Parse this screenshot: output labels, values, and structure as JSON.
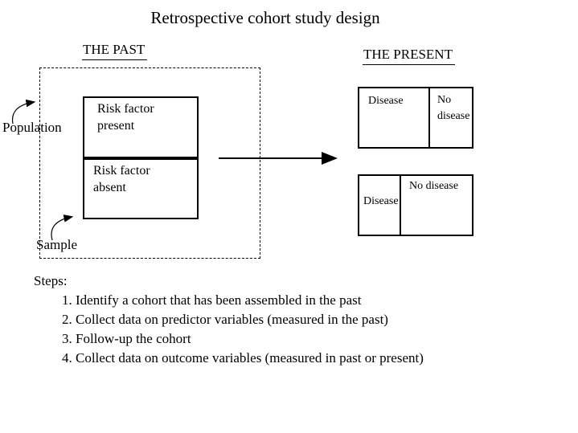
{
  "title": "Retrospective cohort study design",
  "timeline": {
    "past_label": "THE PAST",
    "present_label": "THE PRESENT"
  },
  "past_panel": {
    "population_label": "Population",
    "sample_label": "Sample",
    "boxes": {
      "risk_present": "Risk factor present",
      "risk_absent": "Risk factor absent"
    }
  },
  "present_panel": {
    "exposed_outcomes": {
      "disease": "Disease",
      "no_disease": "No disease"
    },
    "unexposed_outcomes": {
      "disease": "Disease",
      "no_disease": "No disease"
    }
  },
  "steps": {
    "heading": "Steps:",
    "items": [
      "1. Identify a cohort that has been assembled in the past",
      "2. Collect data on predictor variables (measured in the past)",
      "3. Follow-up the cohort",
      "4. Collect data on outcome variables (measured in past or present)"
    ]
  },
  "colors": {
    "ink": "#000000",
    "background": "#ffffff"
  }
}
